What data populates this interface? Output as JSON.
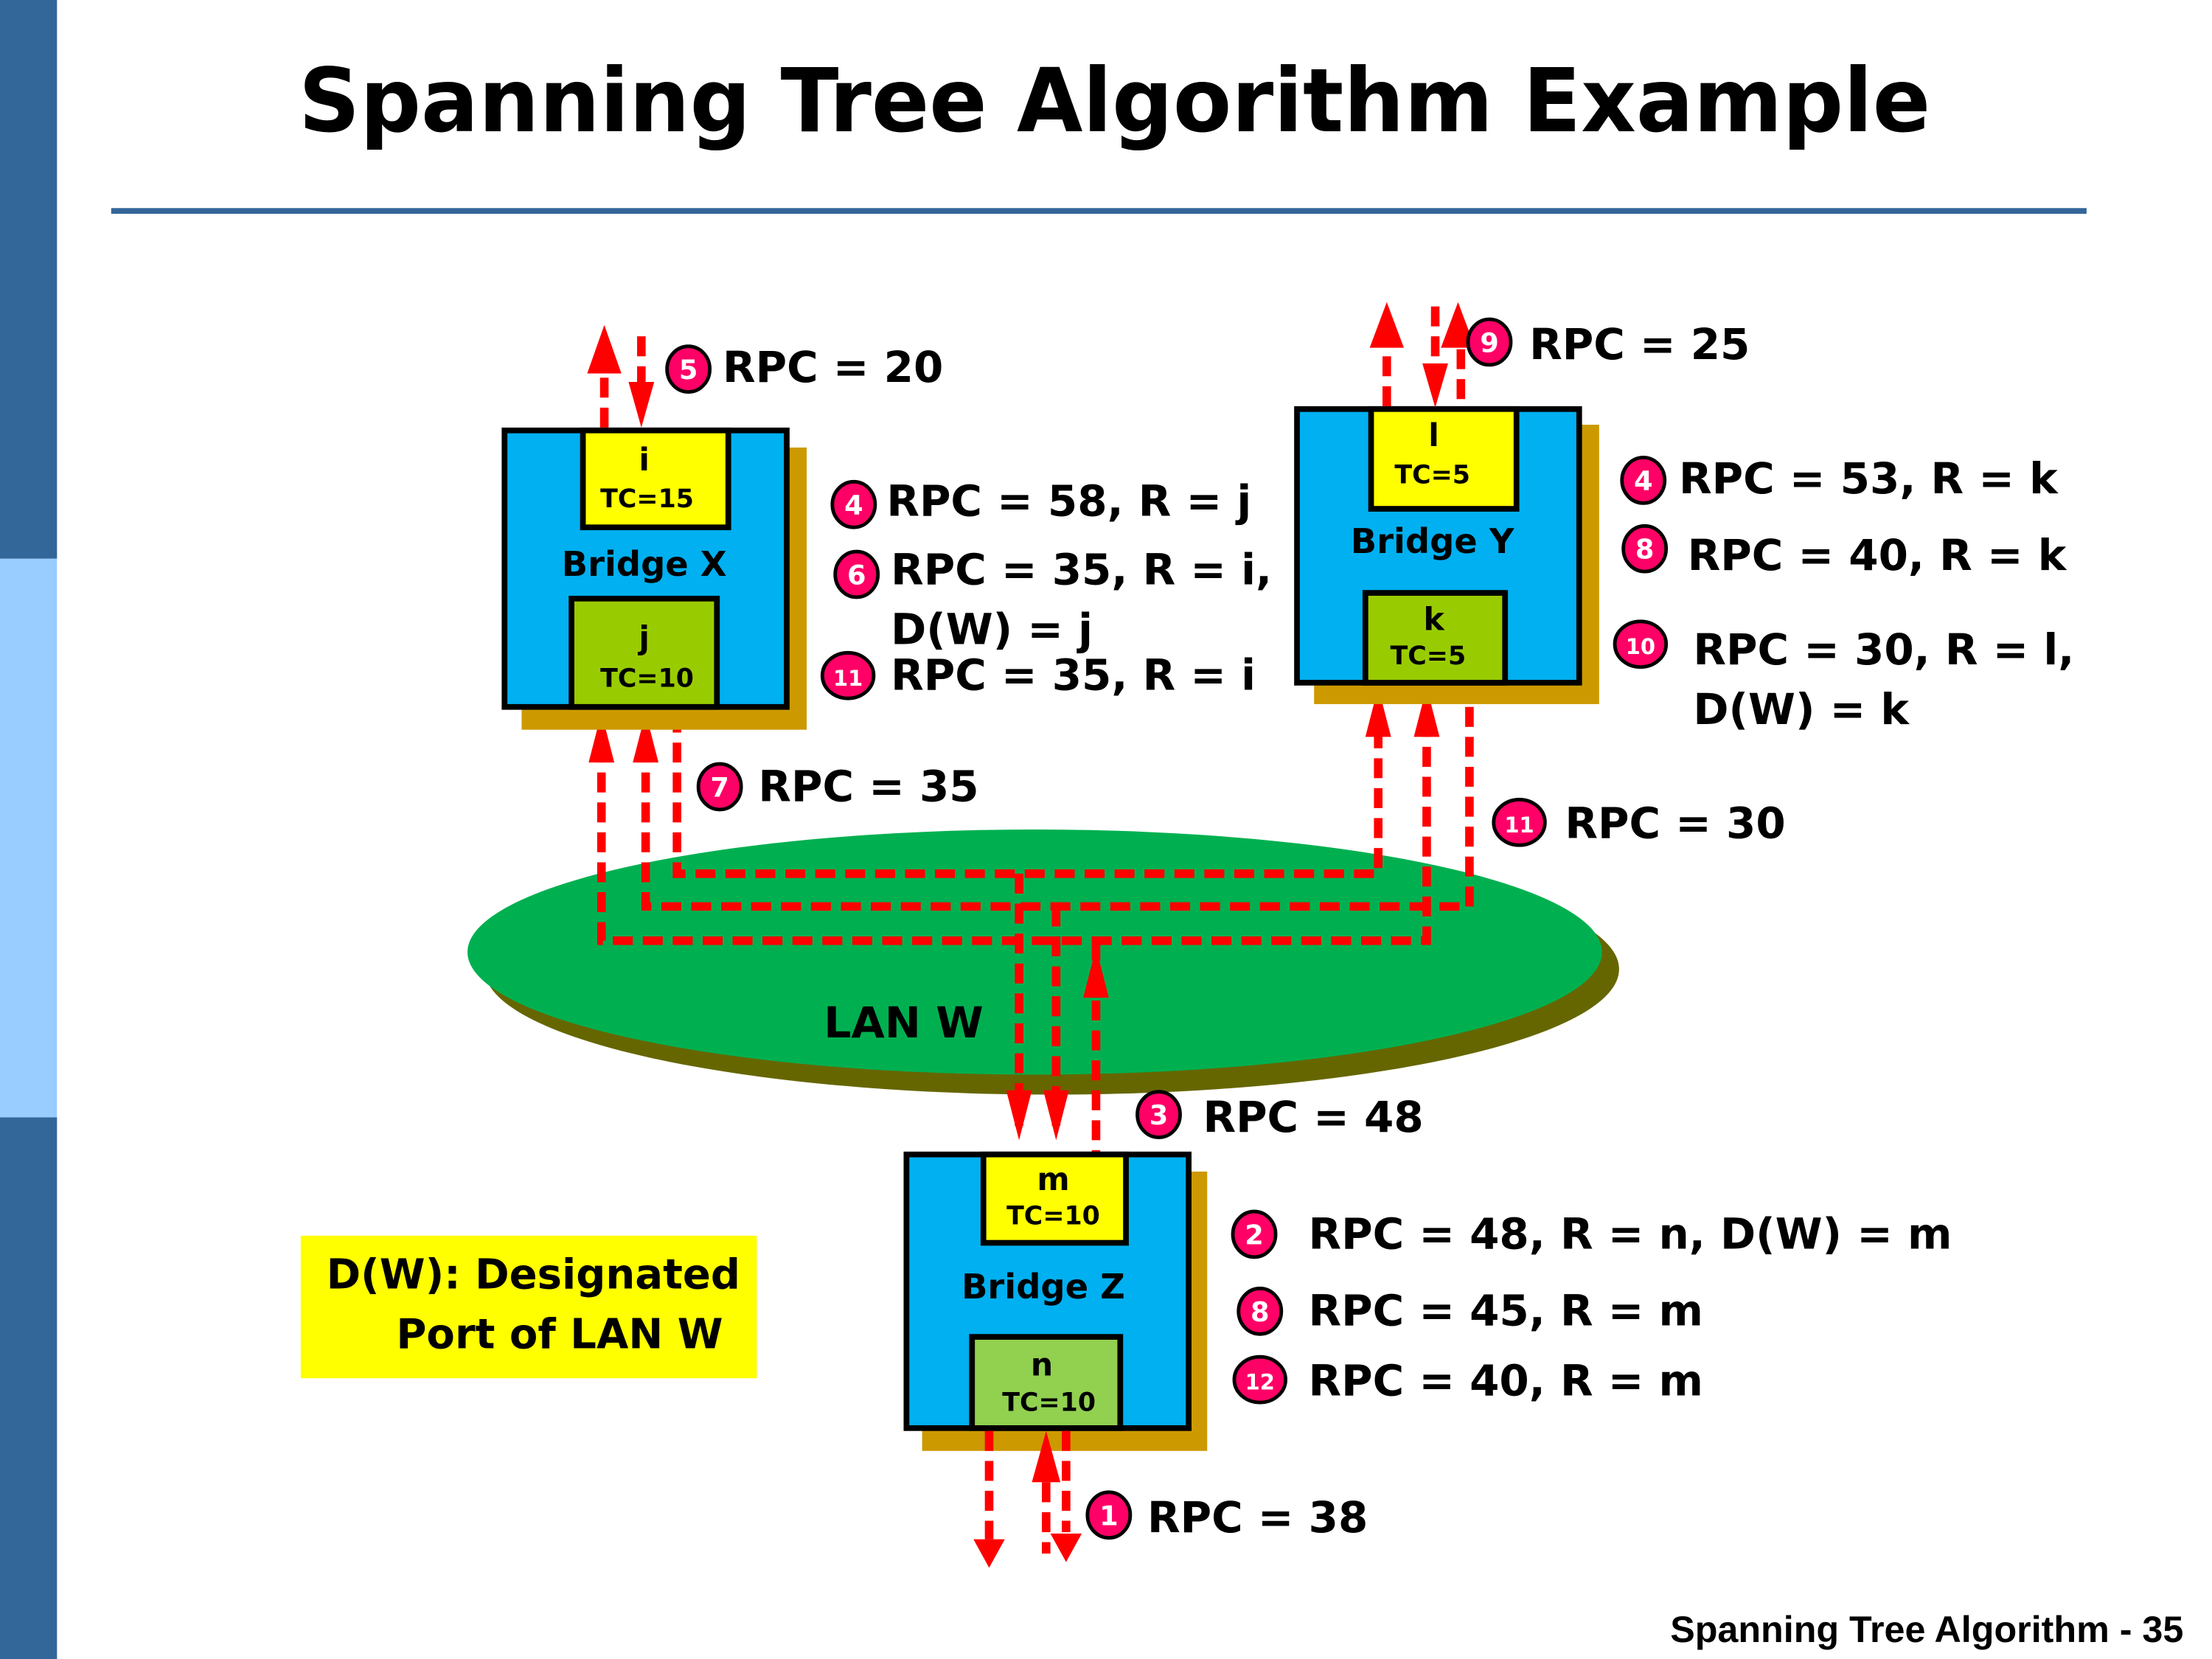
{
  "slide": {
    "title": "Spanning Tree Algorithm Example",
    "footer": "Spanning Tree Algorithm - 35",
    "colors": {
      "sidebar_dark": "#336699",
      "sidebar_light": "#99ccff",
      "rule": "#336699",
      "bridge_fill": "#00b0f0",
      "bridge_shadow": "#cc9900",
      "port_yellow": "#ffff00",
      "port_green": "#99cc00",
      "lan_fill": "#00b050",
      "lan_shadow": "#666600",
      "arrow": "#ff0000",
      "badge": "#ff0066"
    }
  },
  "bridges": [
    {
      "name": "Bridge X",
      "top_port": {
        "id": "i",
        "tc": "TC=15"
      },
      "bottom_port": {
        "id": "j",
        "tc": "TC=10"
      }
    },
    {
      "name": "Bridge Y",
      "top_port": {
        "id": "l",
        "tc": "TC=5"
      },
      "bottom_port": {
        "id": "k",
        "tc": "TC=5"
      }
    },
    {
      "name": "Bridge Z",
      "top_port": {
        "id": "m",
        "tc": "TC=10"
      },
      "bottom_port": {
        "id": "n",
        "tc": "TC=10"
      }
    }
  ],
  "lan": {
    "label": "LAN W"
  },
  "legend": {
    "line1": "D(W): Designated",
    "line2": "Port of LAN W"
  },
  "annotations": {
    "x_top": {
      "step": "5",
      "text": "RPC = 20"
    },
    "x_side": [
      {
        "step": "4",
        "text": "RPC = 58, R = j"
      },
      {
        "step": "6",
        "text": "RPC = 35, R = i,",
        "text2": "D(W) = j"
      },
      {
        "step": "11",
        "text": "RPC = 35, R = i"
      }
    ],
    "x_bottom": {
      "step": "7",
      "text": "RPC = 35"
    },
    "y_top": {
      "step": "9",
      "text": "RPC = 25"
    },
    "y_side": [
      {
        "step": "4",
        "text": "RPC = 53, R = k"
      },
      {
        "step": "8",
        "text": "RPC = 40, R = k"
      },
      {
        "step": "10",
        "text": "RPC = 30, R = l,",
        "text2": "D(W) = k"
      }
    ],
    "y_bottom": {
      "step": "11",
      "text": "RPC = 30"
    },
    "z_top": {
      "step": "3",
      "text": "RPC = 48"
    },
    "z_side": [
      {
        "step": "2",
        "text": "RPC = 48, R = n, D(W) = m"
      },
      {
        "step": "8",
        "text": "RPC = 45, R = m"
      },
      {
        "step": "12",
        "text": "RPC = 40, R = m"
      }
    ],
    "z_bottom": {
      "step": "1",
      "text": "RPC = 38"
    }
  }
}
